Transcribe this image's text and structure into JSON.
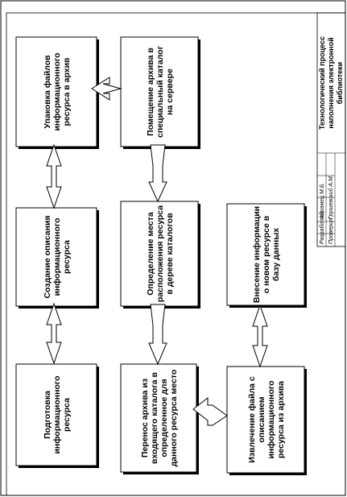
{
  "diagram": {
    "boxes": [
      {
        "id": "prepare",
        "lines": [
          "Подготовка",
          "информационного",
          "ресурса"
        ]
      },
      {
        "id": "describe",
        "lines": [
          "Создание описания",
          "информационного",
          "ресурса"
        ]
      },
      {
        "id": "pack",
        "lines": [
          "Упаковка файлов",
          "информационного",
          "ресурса в архив"
        ]
      },
      {
        "id": "place",
        "lines": [
          "Помещение архива в",
          "специальный каталог",
          "на сервере"
        ]
      },
      {
        "id": "locate",
        "lines": [
          "Определение места",
          "расположения ресурса",
          "в дереве каталогов"
        ]
      },
      {
        "id": "move",
        "lines": [
          "Перенос архива из",
          "входящего каталога в",
          "определенное  для",
          "данного ресурса место"
        ]
      },
      {
        "id": "extract",
        "lines": [
          "Извлечение файла с",
          "описанием",
          "информационного",
          "ресурса из архива"
        ]
      },
      {
        "id": "enter",
        "lines": [
          "Внесение информации",
          "о новом ресурсе в",
          "базу данных"
        ]
      }
    ]
  },
  "title_block": {
    "title_lines": [
      "Технологический процесс",
      "наполнения электронной",
      "библиотеки"
    ],
    "developer_label": "Разработал",
    "developer_name": "Абрамец М.Б.",
    "checker_label": "Проверил",
    "checker_name": "Грушевский А.М."
  }
}
